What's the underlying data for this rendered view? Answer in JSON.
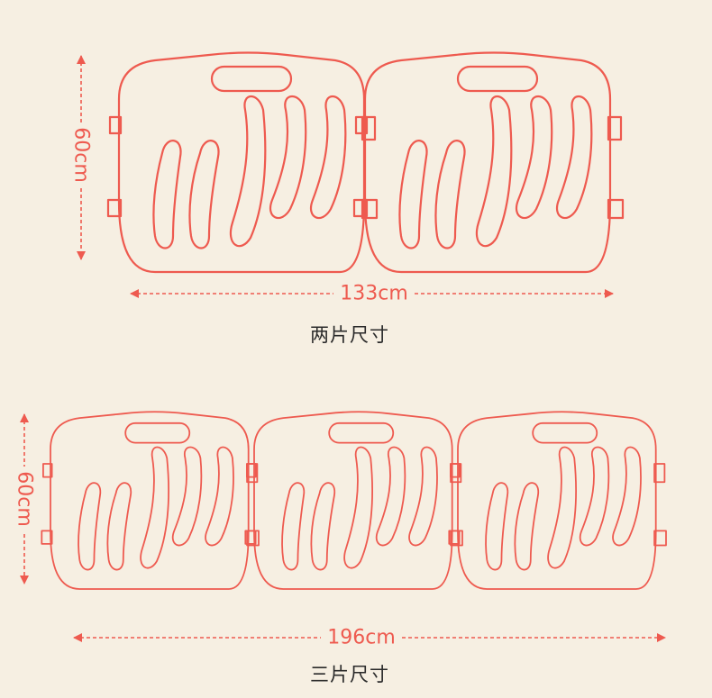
{
  "colors": {
    "background": "#f6efe2",
    "line": "#ee5a4f",
    "caption": "#2a2a2a"
  },
  "diagram_two": {
    "panel_count": 2,
    "height_label": "60cm",
    "width_label": "133cm",
    "caption": "两片尺寸"
  },
  "diagram_three": {
    "panel_count": 3,
    "height_label": "60cm",
    "width_label": "196cm",
    "caption": "三片尺寸"
  }
}
